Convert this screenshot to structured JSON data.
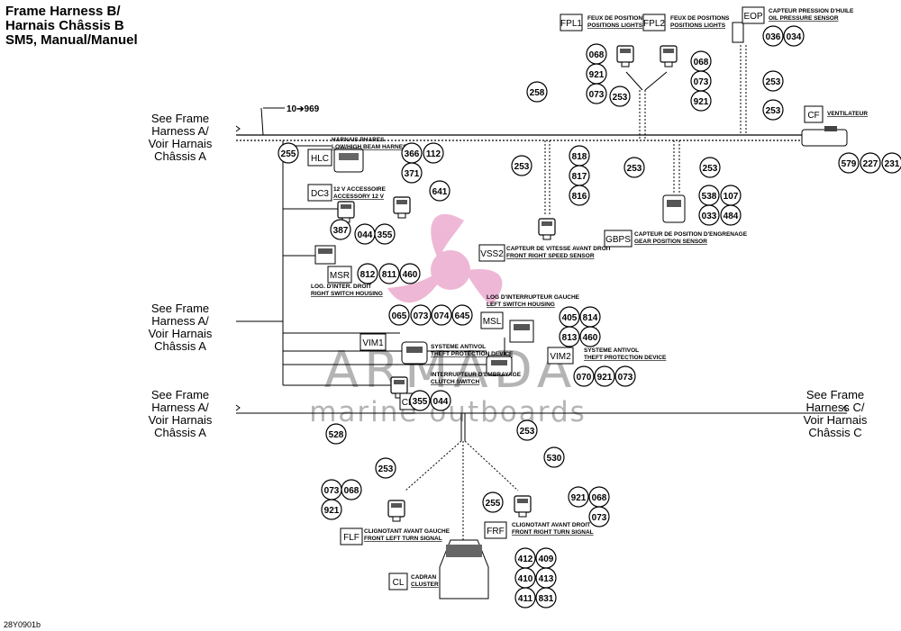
{
  "title": {
    "line1": "Frame Harness B/",
    "line2": "Harnais Châssis B",
    "line3": "SM5, Manual/Manuel"
  },
  "references": {
    "harness_a_1": [
      "See Frame",
      "Harness A/",
      "Voir Harnais",
      "Châssis A"
    ],
    "harness_a_2": [
      "See Frame",
      "Harness A/",
      "Voir Harnais",
      "Châssis A"
    ],
    "harness_a_3": [
      "See Frame",
      "Harness A/",
      "Voir Harnais",
      "Châssis A"
    ],
    "harness_c": [
      "See Frame",
      "Harness C/",
      "Voir Harnais",
      "Châssis C"
    ]
  },
  "range_note": "10➔969",
  "footer": "28Y0901b",
  "watermark": {
    "brand": "ARMADA",
    "tagline": "marine outboards",
    "color": "#e9a0c8"
  },
  "connectors": [
    {
      "code": "FPL1",
      "desc": [
        "FEUX DE POSITIONS",
        "POSITIONS LIGHTS"
      ]
    },
    {
      "code": "FPL2",
      "desc": [
        "FEUX DE POSITIONS",
        "POSITIONS LIGHTS"
      ]
    },
    {
      "code": "EOP",
      "desc": [
        "CAPTEUR PRESSION D'HUILE",
        "OIL PRESSURE SENSOR"
      ]
    },
    {
      "code": "CF",
      "desc": [
        "VENTILATEUR"
      ]
    },
    {
      "code": "HLC",
      "desc": [
        "HARNAIS PHARES",
        "LOW/HIGH BEAM HARNESS"
      ]
    },
    {
      "code": "DC3",
      "desc": [
        "12 V ACCESSOIRE",
        "ACCESSORY 12 V"
      ]
    },
    {
      "code": "VSS2",
      "desc": [
        "CAPTEUR DE VITESSE AVANT DROIT",
        "FRONT RIGHT SPEED SENSOR"
      ]
    },
    {
      "code": "GBPS",
      "desc": [
        "CAPTEUR DE POSITION D'ENGRENAGE",
        "GEAR POSITION SENSOR"
      ]
    },
    {
      "code": "MSR",
      "desc": [
        "LOG. D'INTER. DROIT",
        "RIGHT SWITCH HOUSING"
      ]
    },
    {
      "code": "MSL",
      "desc": [
        "LOG D'INTERRUPTEUR GAUCHE",
        "LEFT SWITCH HOUSING"
      ]
    },
    {
      "code": "VIM1",
      "desc": [
        "SYSTEME ANTIVOL",
        "THEFT PROTECTION DEVICE"
      ]
    },
    {
      "code": "VIM2",
      "desc": [
        "SYSTEME ANTIVOL",
        "THEFT PROTECTION DEVICE"
      ]
    },
    {
      "code": "CES",
      "desc": [
        "INTERRUPTEUR D'EMBRAYAGE",
        "CLUTCH SWITCH"
      ]
    },
    {
      "code": "FLF",
      "desc": [
        "CLIGNOTANT AVANT GAUCHE",
        "FRONT LEFT TURN SIGNAL"
      ]
    },
    {
      "code": "FRF",
      "desc": [
        "CLIGNOTANT AVANT DROIT",
        "FRONT RIGHT TURN SIGNAL"
      ]
    },
    {
      "code": "CL",
      "desc": [
        "CADRAN",
        "CLUSTER"
      ]
    }
  ],
  "callouts": [
    "068",
    "921",
    "073",
    "068",
    "073",
    "921",
    "036",
    "034",
    "258",
    "253",
    "253",
    "253",
    "253",
    "253",
    "255",
    "366",
    "112",
    "371",
    "641",
    "387",
    "044",
    "355",
    "818",
    "817",
    "816",
    "253",
    "538",
    "107",
    "033",
    "484",
    "579",
    "227",
    "231",
    "812",
    "811",
    "460",
    "065",
    "073",
    "074",
    "645",
    "405",
    "814",
    "813",
    "460",
    "070",
    "921",
    "073",
    "355",
    "044",
    "528",
    "253",
    "253",
    "530",
    "073",
    "068",
    "921",
    "255",
    "921",
    "068",
    "073",
    "412",
    "409",
    "410",
    "413",
    "411",
    "831"
  ]
}
